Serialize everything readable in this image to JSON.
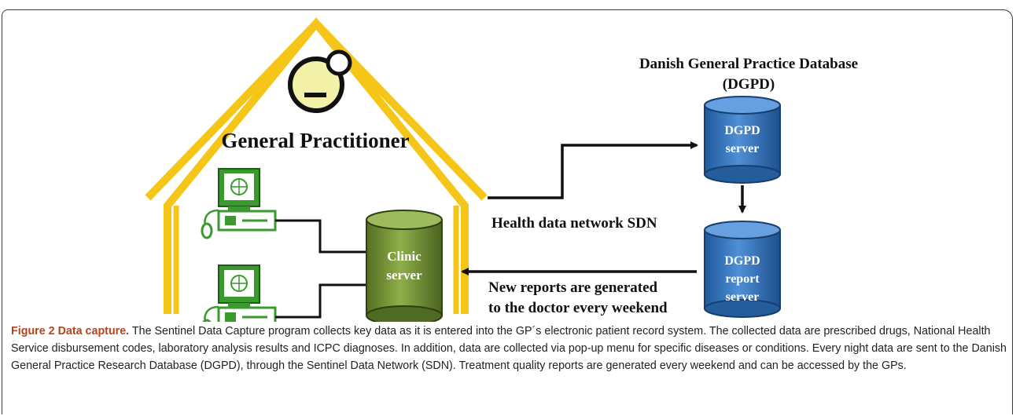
{
  "diagram": {
    "practice_label": "General Practitioner",
    "database_title_line1": "Danish General Practice Database",
    "database_title_line2": "(DGPD)",
    "clinic_server": {
      "line1": "Clinic",
      "line2": "server"
    },
    "dgpd_server": {
      "line1": "DGPD",
      "line2": "server"
    },
    "dgpd_report_server": {
      "line1": "DGPD",
      "line2": "report",
      "line3": "server"
    },
    "network_label": "Health data network SDN",
    "reports_label_line1": "New reports are generated",
    "reports_label_line2": "to the doctor every weekend",
    "icons": [
      "doctor-face-icon",
      "computer-icon",
      "computer-icon",
      "cylinder-database-icon"
    ],
    "colors": {
      "house": "#f5c518",
      "doctor_face": "#f3f0a8",
      "computer": "#3a9a2e",
      "clinic_server": "#7a9a3c",
      "dgpd_server": "#3d7cc4",
      "caption_title": "#b5441d"
    }
  },
  "caption": {
    "title": "Figure 2 Data capture.",
    "text": " The Sentinel Data Capture program collects key data as it is entered into the GP´s electronic patient record system. The collected data are prescribed drugs, National Health Service disbursement codes, laboratory analysis results and ICPC diagnoses. In addition, data are collected via pop-up menu for specific diseases or conditions. Every night data are sent to the Danish General Practice Research Database (DGPD), through the Sentinel Data Network (SDN). Treatment quality reports are generated every weekend and can be accessed by the GPs."
  }
}
